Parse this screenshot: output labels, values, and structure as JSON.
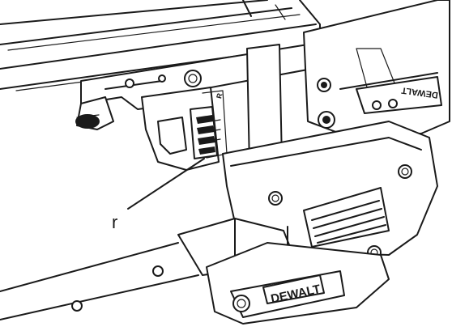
{
  "diagram": {
    "callout_label": "r",
    "brand_main": "DEWALT",
    "brand_upper": "DEWALT",
    "side_mark": "R"
  },
  "colors": {
    "line": "#1a1a1a",
    "background": "#ffffff"
  }
}
